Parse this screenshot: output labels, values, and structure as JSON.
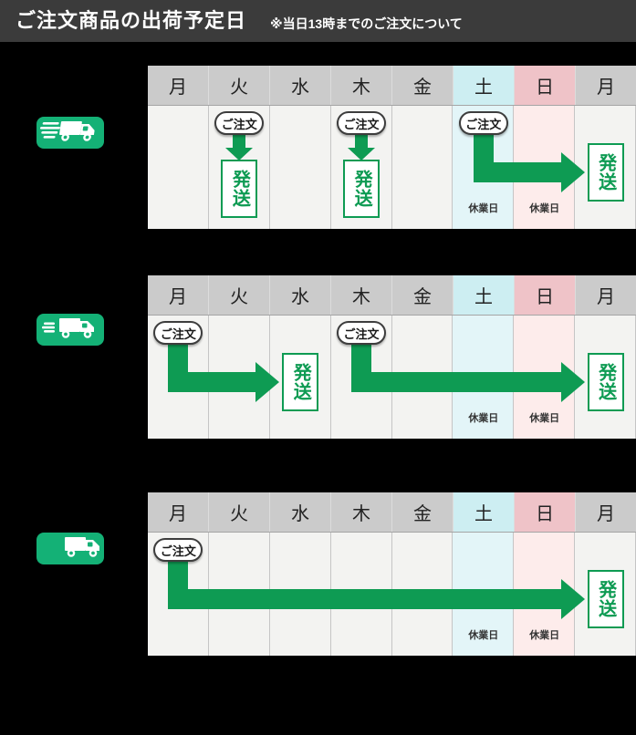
{
  "header": {
    "title": "ご注文商品の出荷予定日",
    "note": "※当日13時までのご注文について"
  },
  "labels": {
    "order": "ご注文",
    "ship": "発送",
    "closed": "休業日"
  },
  "days": [
    {
      "label": "月",
      "type": "weekday"
    },
    {
      "label": "火",
      "type": "weekday"
    },
    {
      "label": "水",
      "type": "weekday"
    },
    {
      "label": "木",
      "type": "weekday"
    },
    {
      "label": "金",
      "type": "weekday"
    },
    {
      "label": "土",
      "type": "saturday"
    },
    {
      "label": "日",
      "type": "sunday"
    },
    {
      "label": "月",
      "type": "weekday"
    }
  ],
  "closed_day_cols": [
    5,
    6
  ],
  "tables": [
    {
      "name": "same-day-shipping",
      "truck": {
        "icon": "express-truck-icon",
        "speed_lines": 4,
        "slanted": true
      },
      "flows": [
        {
          "order_col": 1,
          "ship_col": 1,
          "shape": "down"
        },
        {
          "order_col": 3,
          "ship_col": 3,
          "shape": "down"
        },
        {
          "order_col": 5,
          "ship_col": 7,
          "shape": "elbow"
        }
      ]
    },
    {
      "name": "two-day-shipping",
      "truck": {
        "icon": "fast-truck-icon",
        "speed_lines": 3,
        "slanted": false
      },
      "flows": [
        {
          "order_col": 0,
          "ship_col": 2,
          "shape": "elbow"
        },
        {
          "order_col": 3,
          "ship_col": 7,
          "shape": "elbow"
        }
      ]
    },
    {
      "name": "one-week-shipping",
      "truck": {
        "icon": "standard-truck-icon",
        "speed_lines": 0,
        "slanted": false
      },
      "flows": [
        {
          "order_col": 0,
          "ship_col": 7,
          "shape": "elbow"
        }
      ]
    }
  ],
  "colors": {
    "page_bg": "#000000",
    "topbar_bg": "#3b3b3b",
    "accent_green": "#0e9b53",
    "truck_badge_green": "#14b176",
    "weekday_header_bg": "#cbcbcb",
    "saturday_header_bg": "#cdeef2",
    "sunday_header_bg": "#efc3c8",
    "weekday_body_bg": "#f3f3f1",
    "saturday_body_bg": "#e3f5f8",
    "sunday_body_bg": "#fdeceb"
  }
}
